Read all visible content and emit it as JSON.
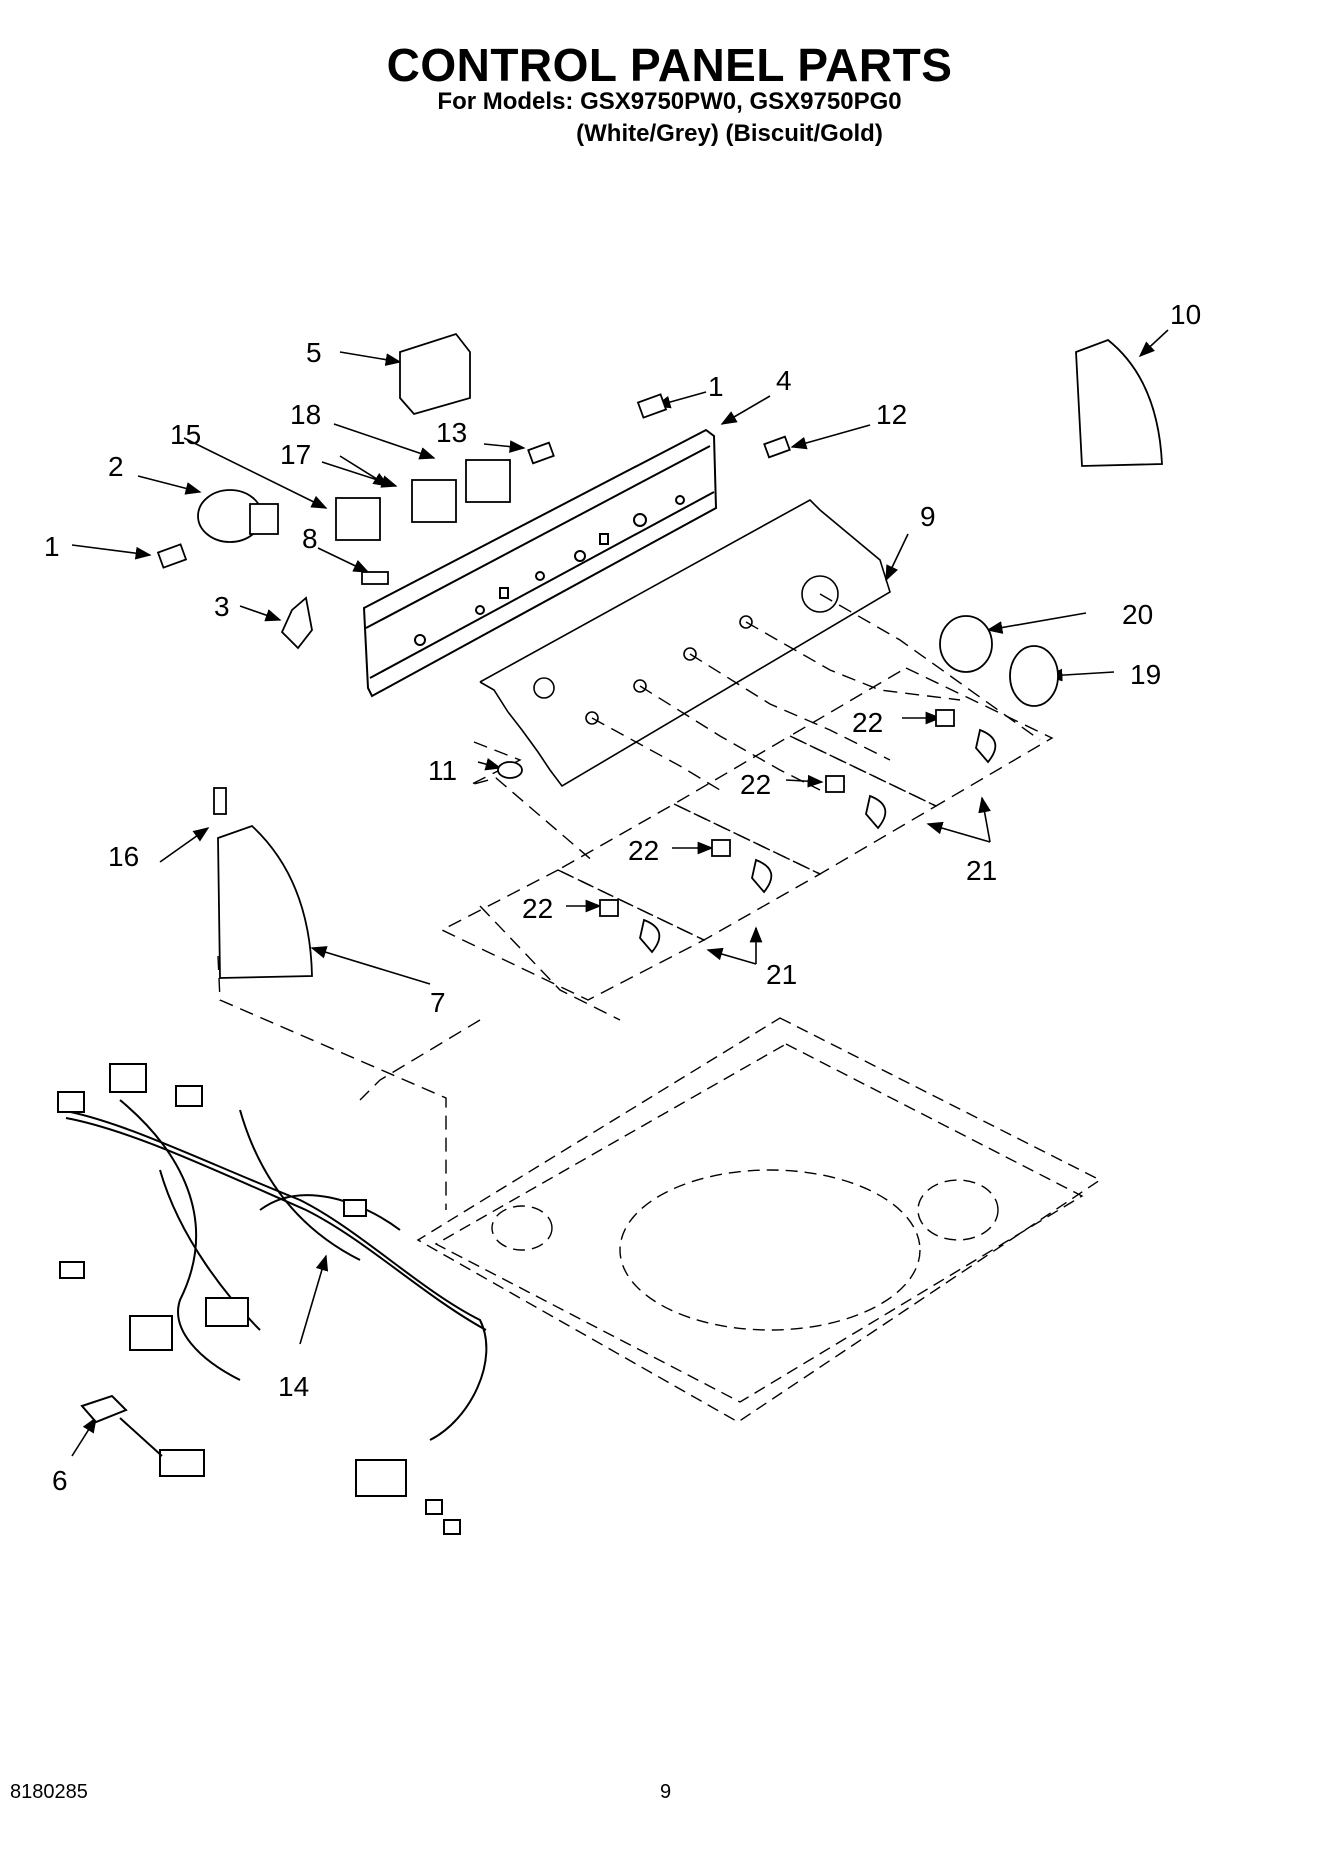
{
  "header": {
    "title": "CONTROL PANEL PARTS",
    "models": "For Models: GSX9750PW0, GSX9750PG0",
    "variants": "(White/Grey)   (Biscuit/Gold)"
  },
  "callouts": [
    {
      "id": "c1a",
      "text": "1"
    },
    {
      "id": "c1b",
      "text": "1"
    },
    {
      "id": "c2",
      "text": "2"
    },
    {
      "id": "c3",
      "text": "3"
    },
    {
      "id": "c4",
      "text": "4"
    },
    {
      "id": "c5",
      "text": "5"
    },
    {
      "id": "c6",
      "text": "6"
    },
    {
      "id": "c7",
      "text": "7"
    },
    {
      "id": "c8",
      "text": "8"
    },
    {
      "id": "c9",
      "text": "9"
    },
    {
      "id": "c10",
      "text": "10"
    },
    {
      "id": "c11",
      "text": "11"
    },
    {
      "id": "c12",
      "text": "12"
    },
    {
      "id": "c13",
      "text": "13"
    },
    {
      "id": "c14",
      "text": "14"
    },
    {
      "id": "c15",
      "text": "15"
    },
    {
      "id": "c16",
      "text": "16"
    },
    {
      "id": "c17",
      "text": "17"
    },
    {
      "id": "c18",
      "text": "18"
    },
    {
      "id": "c19",
      "text": "19"
    },
    {
      "id": "c20",
      "text": "20"
    },
    {
      "id": "c21a",
      "text": "21"
    },
    {
      "id": "c21b",
      "text": "21"
    },
    {
      "id": "c22a",
      "text": "22"
    },
    {
      "id": "c22b",
      "text": "22"
    },
    {
      "id": "c22c",
      "text": "22"
    },
    {
      "id": "c22d",
      "text": "22"
    }
  ],
  "footer": {
    "doc_number": "8180285",
    "page_number": "9"
  }
}
